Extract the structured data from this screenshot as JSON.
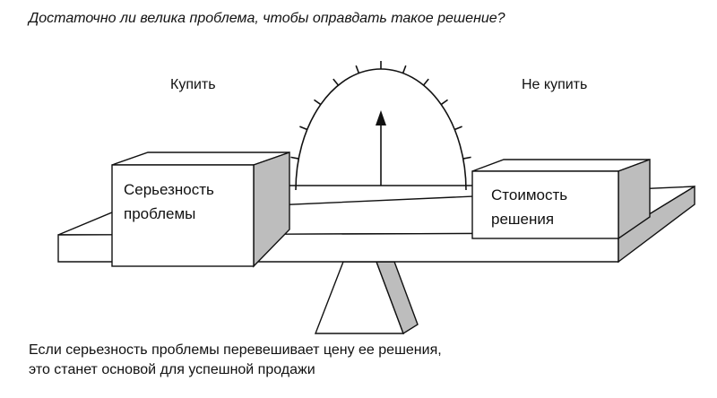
{
  "title": "Достаточно ли велика проблема, чтобы оправдать такое решение?",
  "labels": {
    "buy": "Купить",
    "not_buy": "Не купить"
  },
  "boxes": {
    "left": {
      "line1": "Серьезность",
      "line2": "проблемы"
    },
    "right": {
      "line1": "Стоимость",
      "line2": "решения"
    }
  },
  "caption": {
    "line1": "Если серьезность проблемы перевешивает цену ее решения,",
    "line2": "это станет основой для успешной продажи"
  },
  "colors": {
    "stroke": "#111111",
    "shade": "#bdbdbd"
  }
}
